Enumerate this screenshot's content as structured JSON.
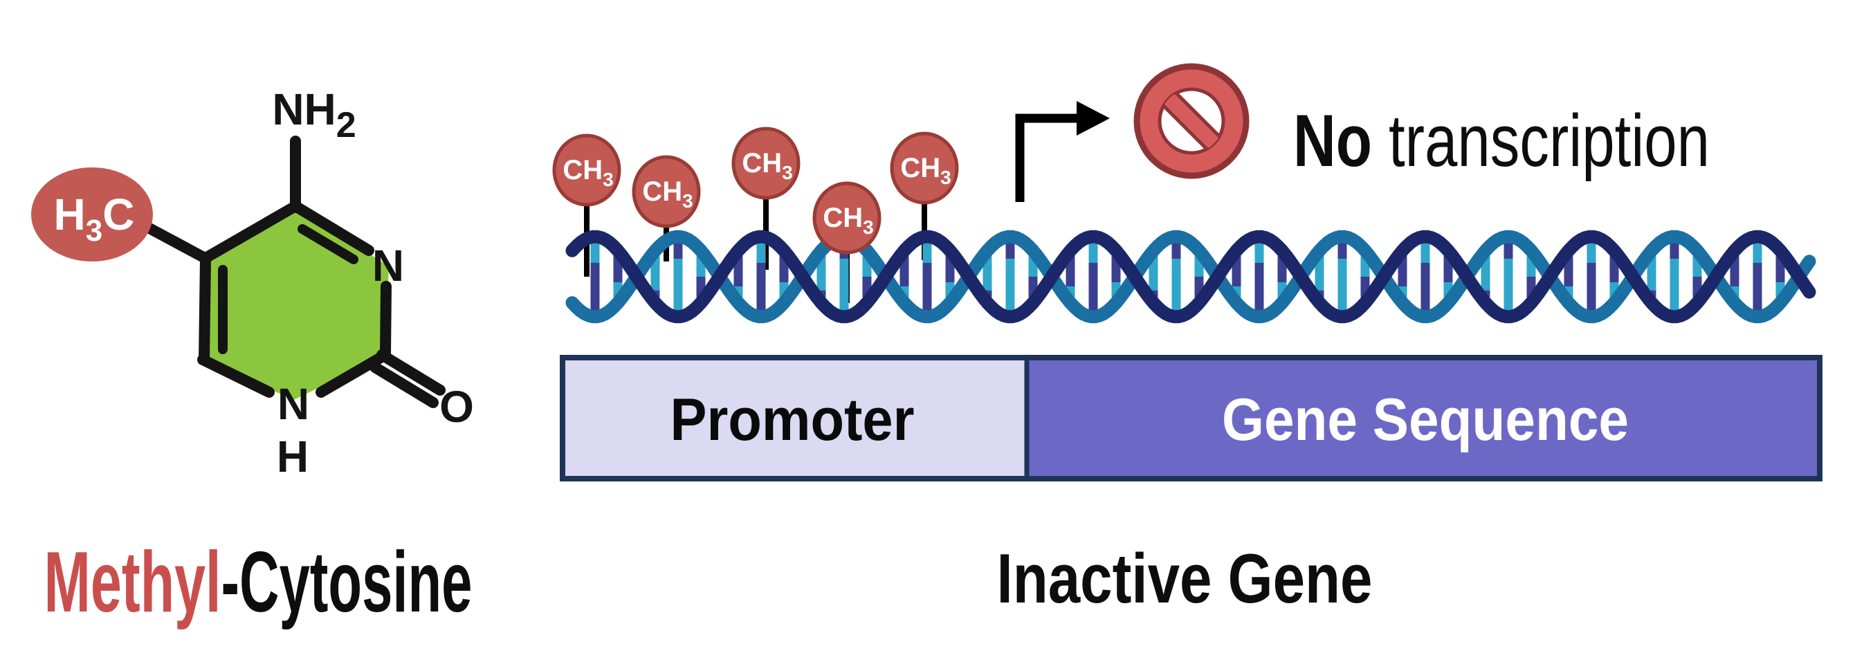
{
  "molecule": {
    "methyl_group": {
      "h": "H",
      "sub": "3",
      "c": "C"
    },
    "amine_group": {
      "main": "NH",
      "sub": "2"
    },
    "atoms": {
      "ring_nitrogen": "N",
      "base_nitrogen": "N",
      "base_hydrogen": "H",
      "oxygen": "O"
    },
    "caption": {
      "highlight": "Methyl",
      "rest": "-Cytosine"
    },
    "colors": {
      "ring_fill": "#8CC63E",
      "methyl_fill": "#C25953",
      "caption_highlight": "#C94F4D",
      "bond": "#141414"
    }
  },
  "dna": {
    "methyl_label": {
      "main": "CH",
      "sub": "3"
    },
    "methyl_count": 5,
    "colors": {
      "strand_dark": "#1B2768",
      "strand_light": "#1A6FA3",
      "rung_cyan": "#2FA6CA",
      "rung_indigo": "#3B3F90",
      "ball_fill": "#C25953",
      "ball_stroke": "#9A3B36",
      "stem": "#000000"
    }
  },
  "annotation": {
    "no": "No",
    "rest": "transcription",
    "symbol_fill": "#D65C5C",
    "symbol_dark": "#8E3437",
    "arrow_color": "#000000"
  },
  "regions": {
    "border_color": "#1E3356",
    "promoter": {
      "label": "Promoter",
      "fill": "#DCD9F2",
      "text_color": "#0A0A0A"
    },
    "gene": {
      "label": "Gene Sequence",
      "fill": "#6C69C6",
      "text_color": "#FFFFFF"
    }
  },
  "caption_bottom": {
    "label": "Inactive Gene"
  }
}
